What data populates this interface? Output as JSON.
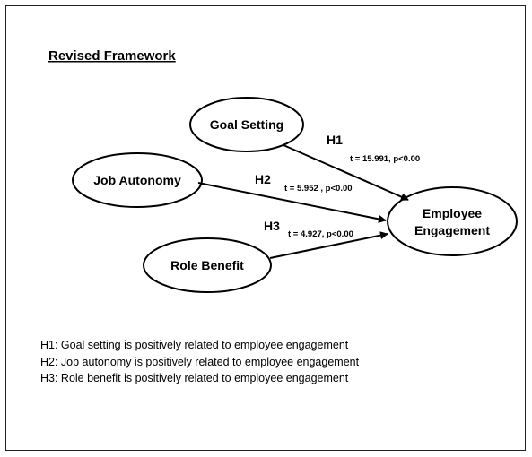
{
  "title": "Revised Framework",
  "nodes": {
    "goal_setting": "Goal Setting",
    "job_autonomy": "Job Autonomy",
    "role_benefit": "Role Benefit",
    "employee_engagement_line1": "Employee",
    "employee_engagement_line2": "Engagement"
  },
  "paths": [
    {
      "label": "H1",
      "stat": "t = 15.991, p<0.00"
    },
    {
      "label": "H2",
      "stat": "t = 5.952 , p<0.00"
    },
    {
      "label": "H3",
      "stat": "t = 4.927, p<0.00"
    }
  ],
  "hypotheses": [
    "H1: Goal setting is positively related to employee engagement",
    "H2: Job autonomy is positively related to employee engagement",
    "H3: Role benefit is positively related to employee engagement"
  ]
}
